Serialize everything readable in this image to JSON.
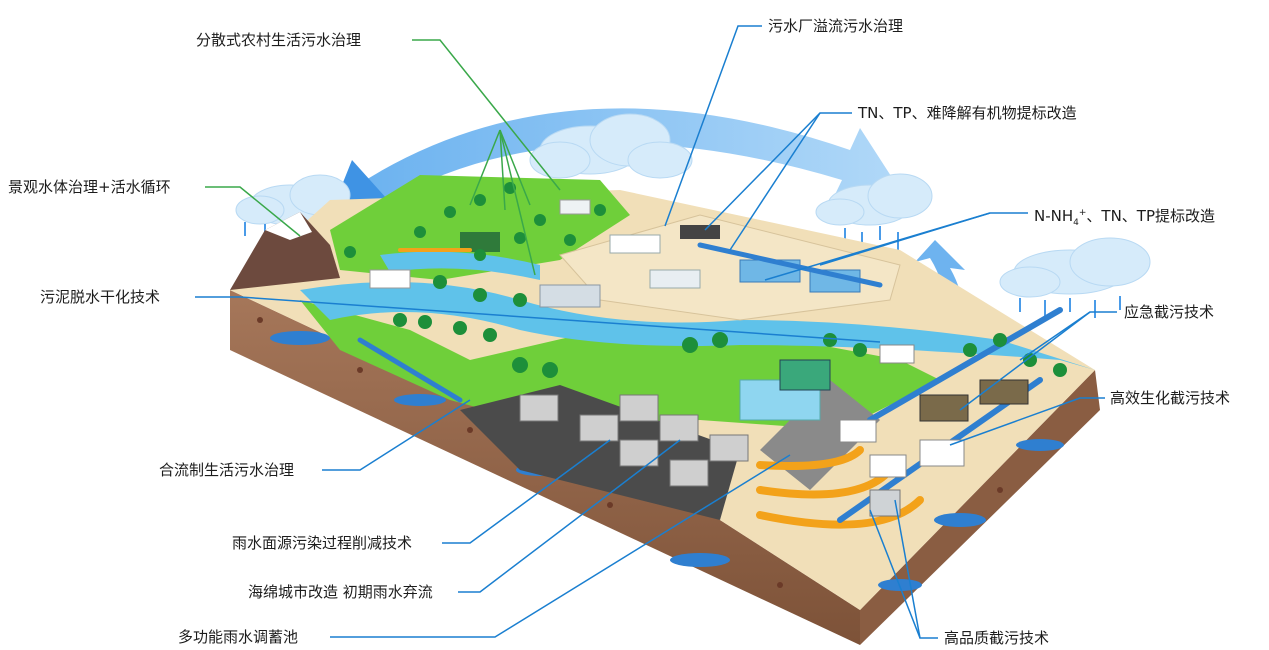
{
  "labels": {
    "rural_sewage": "分散式农村生活污水治理",
    "plant_overflow": "污水厂溢流污水治理",
    "tn_tp_upgrade": "TN、TP、难降解有机物提标改造",
    "landscape_water": "景观水体治理+活水循环",
    "nh4_upgrade_prefix": "N-NH",
    "nh4_upgrade_sub": "4",
    "nh4_upgrade_sup": "+",
    "nh4_upgrade_suffix": "、TN、TP提标改造",
    "sludge_drying": "污泥脱水干化技术",
    "emergency_interception": "应急截污技术",
    "bio_interception": "高效生化截污技术",
    "combined_sewer": "合流制生活污水治理",
    "stormwater_reduction": "雨水面源污染过程削减技术",
    "sponge_city": "海绵城市改造 初期雨水弃流",
    "storage_tank": "多功能雨水调蓄池",
    "hq_interception": "高品质截污技术"
  },
  "colors": {
    "leader_green": "#3aa84a",
    "leader_blue": "#1a7fd0",
    "arrow_blue": "#4a9be8",
    "grass": "#6fcf3a",
    "water": "#5fc2ea",
    "soil": "#9a6a48",
    "sand": "#f1dfb8"
  }
}
